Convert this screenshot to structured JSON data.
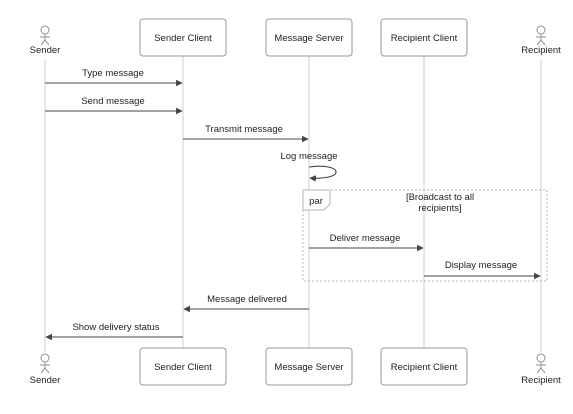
{
  "participants": {
    "sender": "Sender",
    "sender_client": "Sender Client",
    "message_server": "Message Server",
    "recipient_client": "Recipient Client",
    "recipient": "Recipient"
  },
  "messages": {
    "type_message": "Type message",
    "send_message": "Send message",
    "transmit_message": "Transmit message",
    "log_message": "Log message",
    "deliver_message": "Deliver message",
    "display_message": "Display message",
    "message_delivered": "Message delivered",
    "show_delivery_status": "Show delivery status"
  },
  "par_frame": {
    "label": "par",
    "guard_line1": "[Broadcast to all",
    "guard_line2": "recipients]"
  }
}
